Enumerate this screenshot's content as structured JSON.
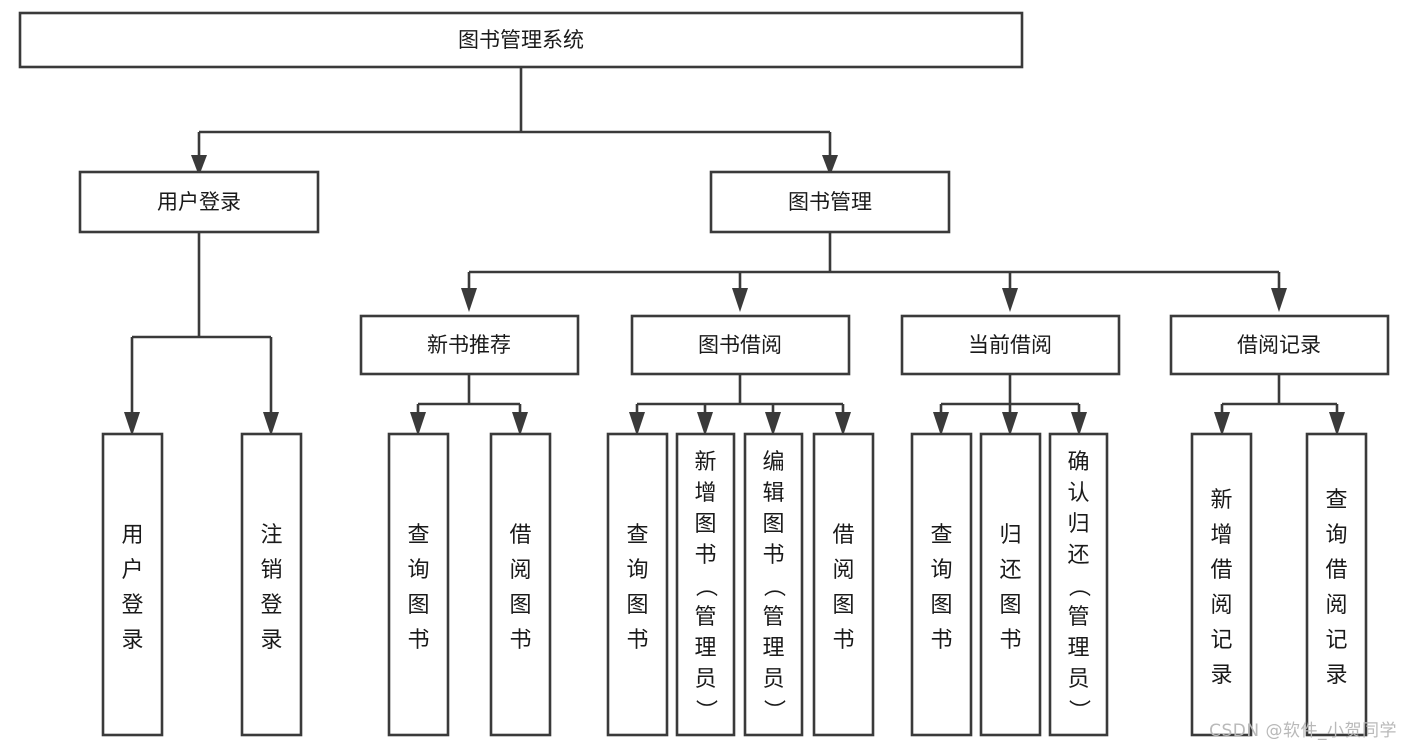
{
  "chart_data": {
    "type": "diagram",
    "title": "图书管理系统",
    "diagram_kind": "tree-hierarchy-functional-structure",
    "orientation": "top-down",
    "edge_style": "orthogonal-elbow-with-arrowheads",
    "colors": {
      "box_fill": "#ffffff",
      "box_stroke": "#3a3a3a",
      "text": "#1a1a1a",
      "background": "#ffffff",
      "watermark": "#b9b9b9"
    }
  },
  "root": {
    "id": "root",
    "label": "图书管理系统",
    "level": 1,
    "orientation": "horizontal"
  },
  "level2": [
    {
      "id": "user-login",
      "label": "用户登录",
      "level": 2,
      "orientation": "horizontal"
    },
    {
      "id": "book-manage",
      "label": "图书管理",
      "level": 2,
      "orientation": "horizontal"
    }
  ],
  "level3": [
    {
      "id": "new-book-rec",
      "label": "新书推荐",
      "level": 3,
      "orientation": "horizontal",
      "parent": "book-manage"
    },
    {
      "id": "book-borrow",
      "label": "图书借阅",
      "level": 3,
      "orientation": "horizontal",
      "parent": "book-manage"
    },
    {
      "id": "current-borrow",
      "label": "当前借阅",
      "level": 3,
      "orientation": "horizontal",
      "parent": "book-manage"
    },
    {
      "id": "borrow-record",
      "label": "借阅记录",
      "level": 3,
      "orientation": "horizontal",
      "parent": "book-manage"
    }
  ],
  "leaves": [
    {
      "id": "leaf-user-login",
      "label": "用户登录",
      "orientation": "vertical",
      "parent": "user-login"
    },
    {
      "id": "leaf-user-logout",
      "label": "注销登录",
      "orientation": "vertical",
      "parent": "user-login"
    },
    {
      "id": "leaf-query-book-1",
      "label": "查询图书",
      "orientation": "vertical",
      "parent": "new-book-rec"
    },
    {
      "id": "leaf-borrow-book-1",
      "label": "借阅图书",
      "orientation": "vertical",
      "parent": "new-book-rec"
    },
    {
      "id": "leaf-query-book-2",
      "label": "查询图书",
      "orientation": "vertical",
      "parent": "book-borrow"
    },
    {
      "id": "leaf-add-book",
      "label": "新增图书（管理员）",
      "orientation": "vertical",
      "parent": "book-borrow"
    },
    {
      "id": "leaf-edit-book",
      "label": "编辑图书（管理员）",
      "orientation": "vertical",
      "parent": "book-borrow"
    },
    {
      "id": "leaf-borrow-book-2",
      "label": "借阅图书",
      "orientation": "vertical",
      "parent": "book-borrow"
    },
    {
      "id": "leaf-query-book-3",
      "label": "查询图书",
      "orientation": "vertical",
      "parent": "current-borrow"
    },
    {
      "id": "leaf-return-book",
      "label": "归还图书",
      "orientation": "vertical",
      "parent": "current-borrow"
    },
    {
      "id": "leaf-confirm-return",
      "label": "确认归还（管理员）",
      "orientation": "vertical",
      "parent": "current-borrow"
    },
    {
      "id": "leaf-add-record",
      "label": "新增借阅记录",
      "orientation": "vertical",
      "parent": "borrow-record"
    },
    {
      "id": "leaf-query-record",
      "label": "查询借阅记录",
      "orientation": "vertical",
      "parent": "borrow-record"
    }
  ],
  "watermark": {
    "text": "CSDN @软件_小贺同学"
  }
}
